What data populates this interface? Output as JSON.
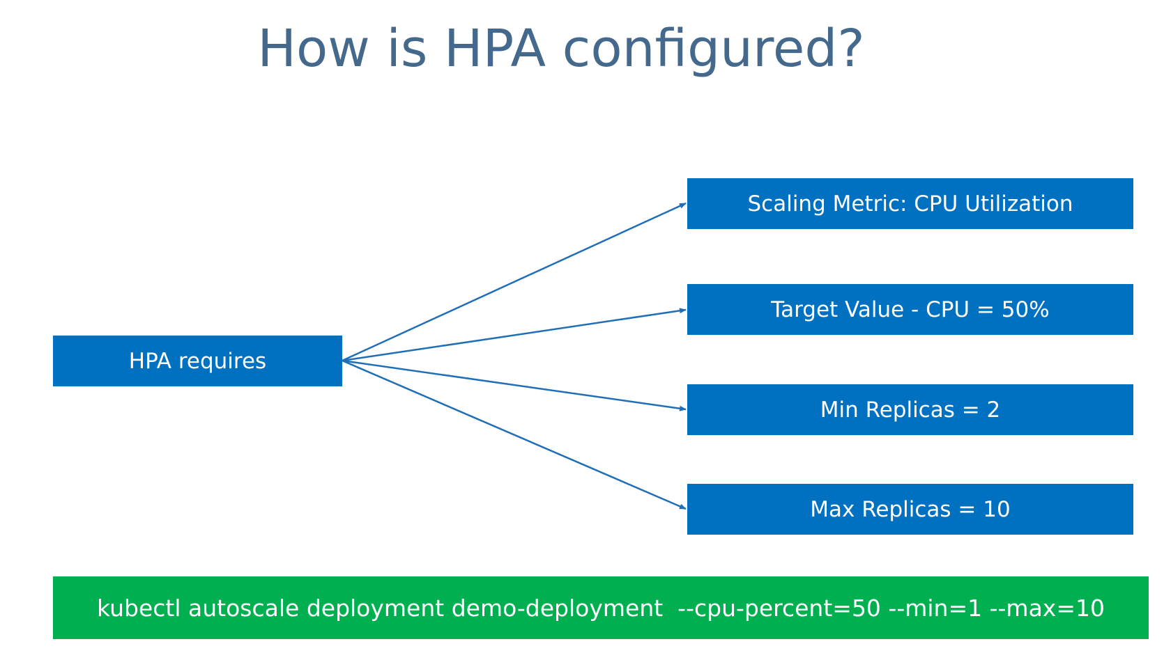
{
  "slide": {
    "title": "How is HPA configured?"
  },
  "source": {
    "label": "HPA requires"
  },
  "targets": [
    {
      "label": "Scaling Metric: CPU Utilization"
    },
    {
      "label": "Target Value -  CPU = 50%"
    },
    {
      "label": "Min Replicas = 2"
    },
    {
      "label": "Max Replicas = 10"
    }
  ],
  "command": {
    "text": "kubectl autoscale deployment demo-deployment  --cpu-percent=50 --min=1 --max=10"
  },
  "colors": {
    "title": "#44698c",
    "box_fill": "#0070c0",
    "command_fill": "#00b050",
    "arrow": "#1f6fb8",
    "text_on_box": "#ffffff"
  }
}
